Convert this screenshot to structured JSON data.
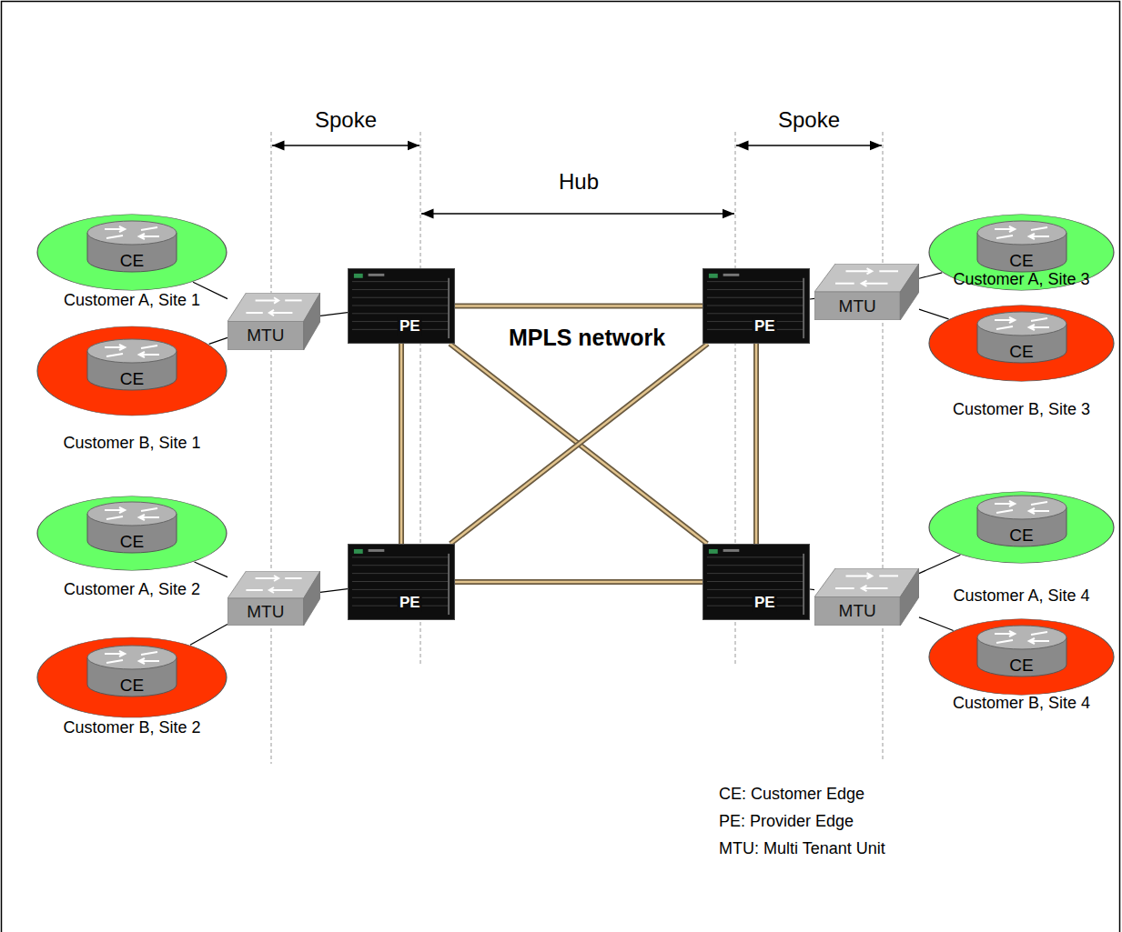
{
  "diagram": {
    "nodes": [
      {
        "text": [
          "CE",
          "Customer A, Site 1"
        ]
      },
      {
        "text": [
          "CE",
          "Customer B, Site 1"
        ]
      },
      {
        "text": [
          "CE",
          "Customer A, Site 2"
        ]
      },
      {
        "text": [
          "CE",
          "Customer B, Site 2"
        ]
      },
      {
        "text": [
          "MTU"
        ]
      },
      {
        "text": [
          "MTU"
        ]
      },
      {
        "text": [
          "MPLS network"
        ]
      },
      {
        "text": [
          "PE"
        ]
      },
      {
        "text": [
          "PE"
        ]
      },
      {
        "text": [
          "PE"
        ]
      },
      {
        "text": [
          "PE"
        ]
      },
      {
        "text": [
          "MTU"
        ]
      },
      {
        "text": [
          "MTU"
        ]
      },
      {
        "text": [
          "CE",
          "Customer A, Site 3"
        ]
      },
      {
        "text": [
          "CE",
          "Customer B, Site 3"
        ]
      },
      {
        "text": [
          "CE",
          "Customer A, Site 4"
        ]
      },
      {
        "text": [
          "CE",
          "Customer B, Site 4"
        ]
      }
    ],
    "edges": [
      {
        "from": 0,
        "to": 4,
        "arrow": "none"
      },
      {
        "from": 1,
        "to": 4,
        "arrow": "none"
      },
      {
        "from": 2,
        "to": 5,
        "arrow": "none"
      },
      {
        "from": 3,
        "to": 5,
        "arrow": "none"
      },
      {
        "from": 4,
        "to": 7,
        "arrow": "none"
      },
      {
        "from": 5,
        "to": 8,
        "arrow": "none"
      },
      {
        "from": 7,
        "to": 9,
        "arrow": "none"
      },
      {
        "from": 7,
        "to": 8,
        "arrow": "none"
      },
      {
        "from": 7,
        "to": 10,
        "arrow": "none"
      },
      {
        "from": 9,
        "to": 8,
        "arrow": "none"
      },
      {
        "from": 8,
        "to": 10,
        "arrow": "none"
      },
      {
        "from": 9,
        "to": 10,
        "arrow": "none"
      },
      {
        "from": 9,
        "to": 11,
        "arrow": "none"
      },
      {
        "from": 10,
        "to": 12,
        "arrow": "none"
      },
      {
        "from": 11,
        "to": 13,
        "arrow": "none"
      },
      {
        "from": 11,
        "to": 14,
        "arrow": "none"
      },
      {
        "from": 12,
        "to": 15,
        "arrow": "none"
      },
      {
        "from": 12,
        "to": 16,
        "arrow": "none"
      }
    ],
    "labels": [
      "Spoke",
      "Spoke",
      "Hub",
      "CE: Customer Edge",
      "PE: Provider Edge",
      "MTU: Multi Tenant Unit"
    ]
  }
}
